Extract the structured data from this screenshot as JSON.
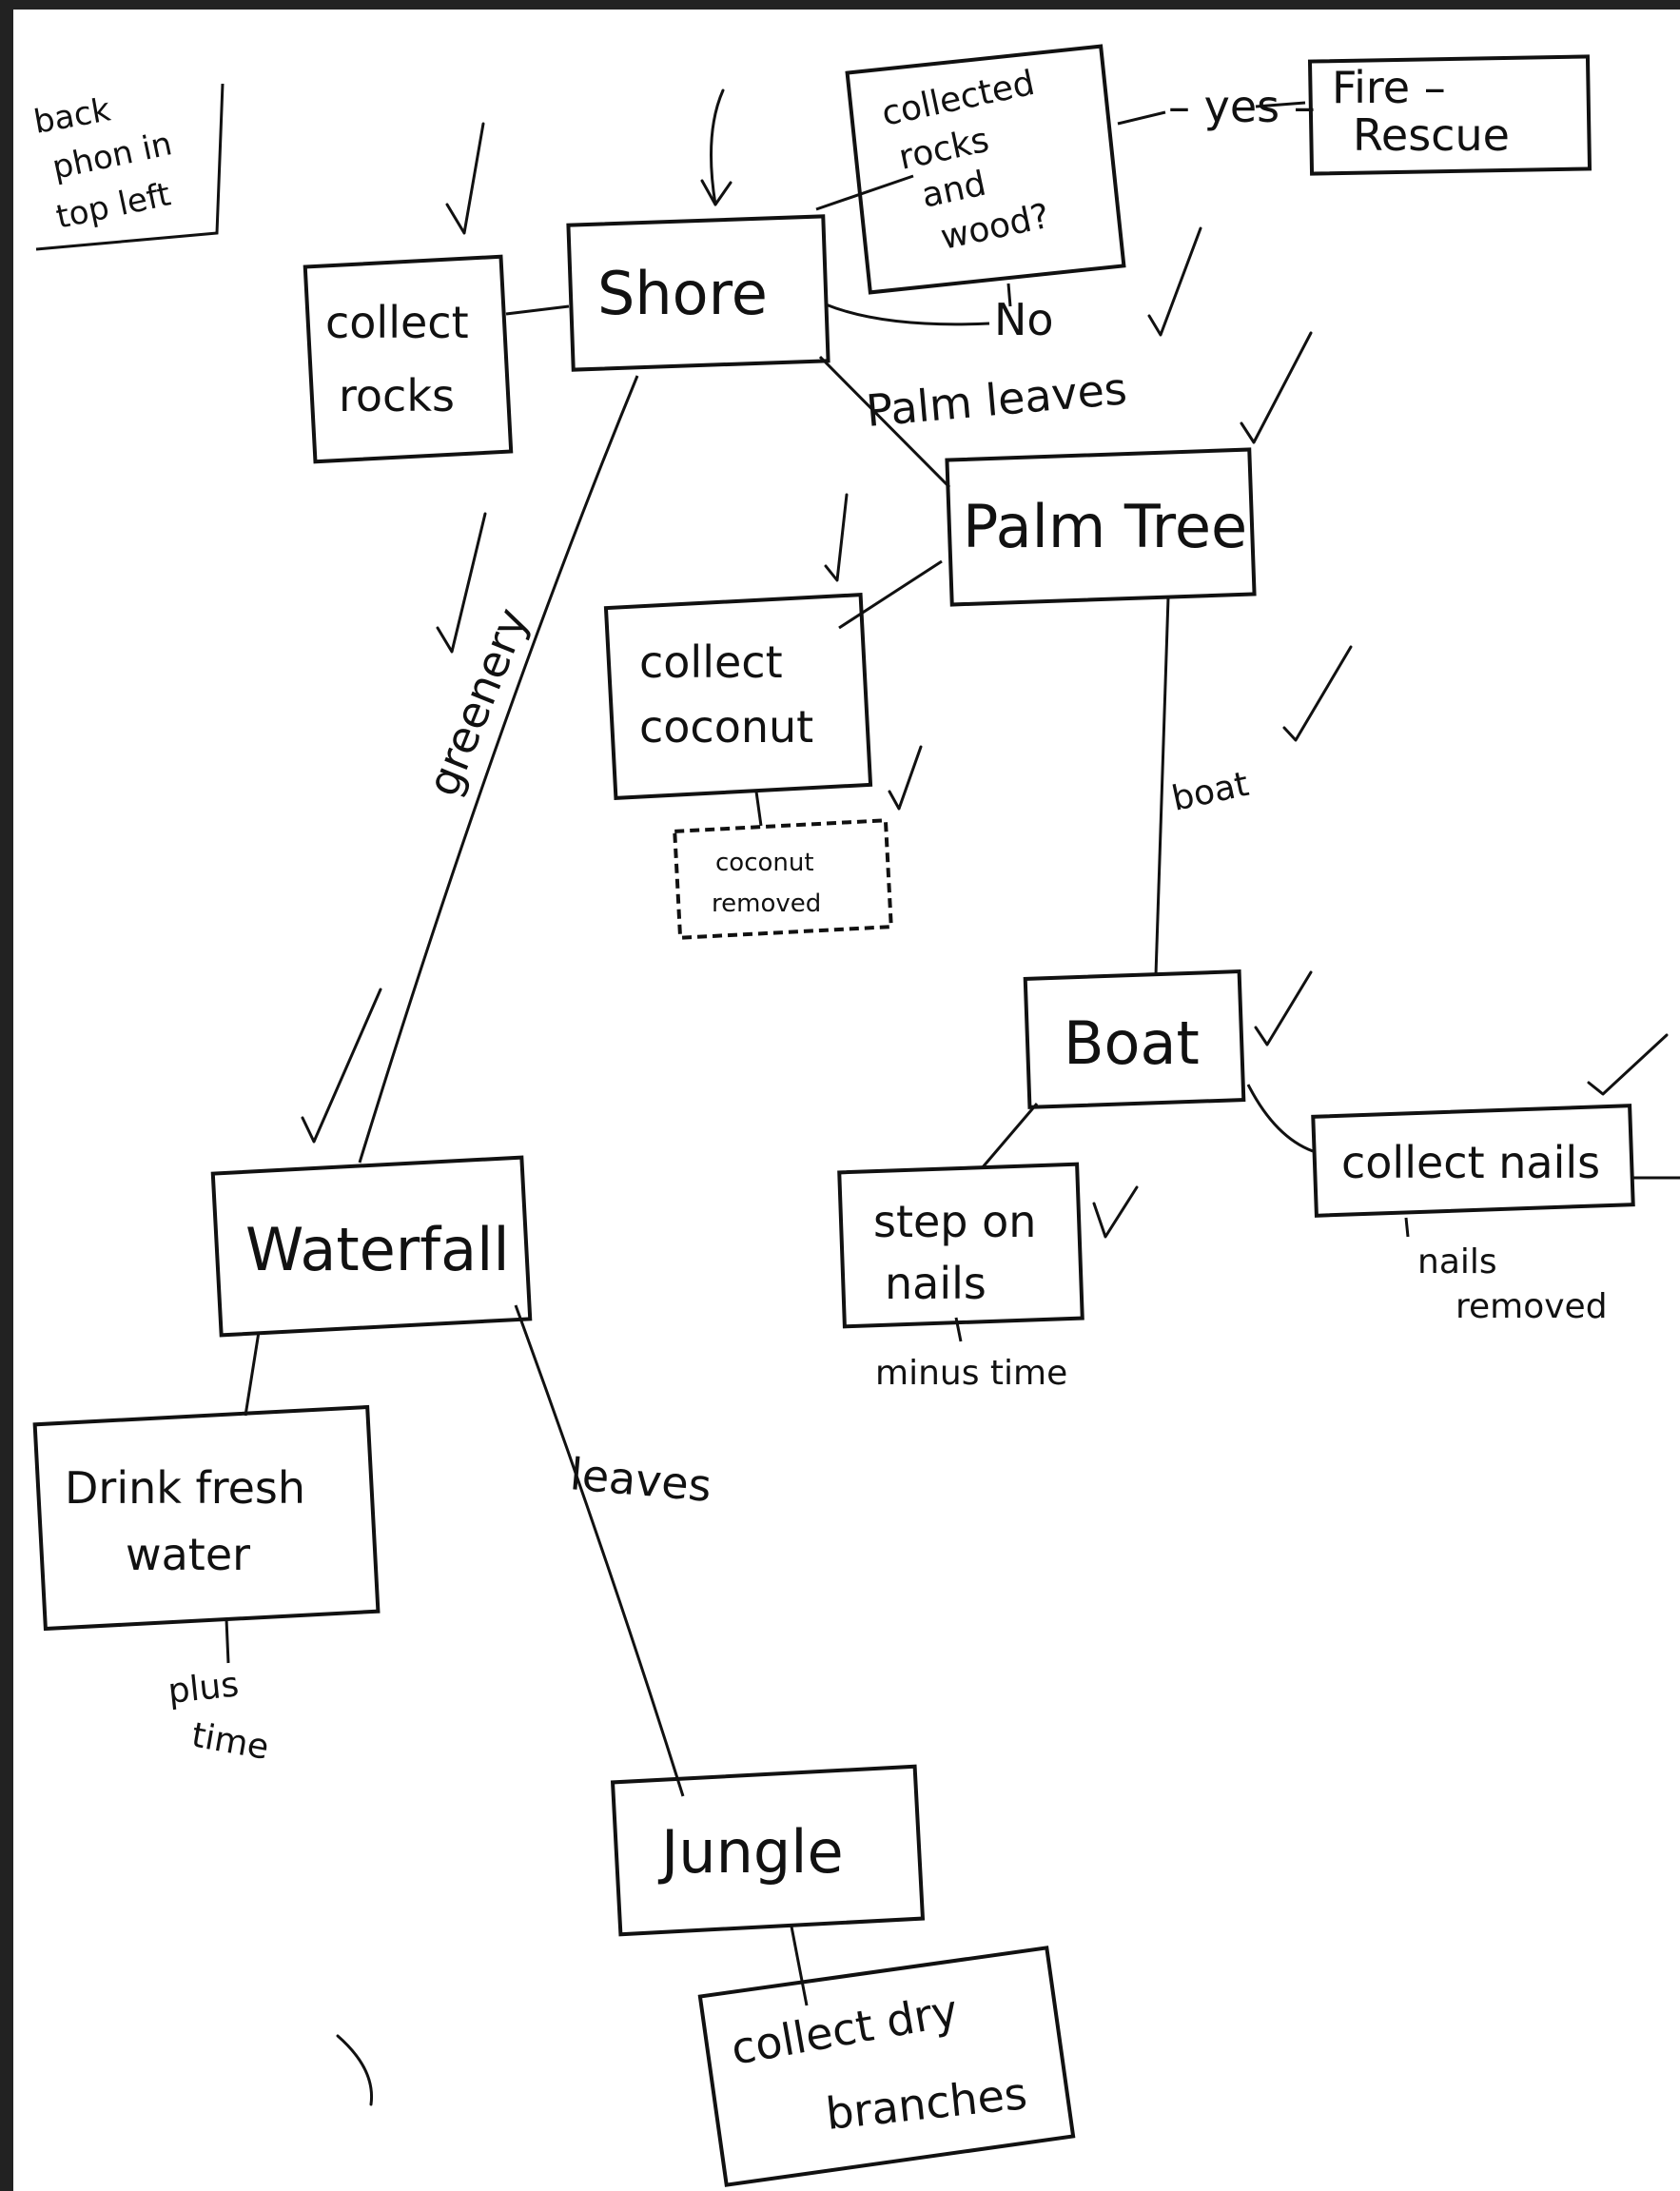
{
  "corner_note": {
    "lines": [
      "back",
      "phon in",
      "top left"
    ]
  },
  "nodes": {
    "shore": {
      "lines": [
        "Shore"
      ]
    },
    "collect_rocks": {
      "lines": [
        "collect",
        "rocks"
      ]
    },
    "collected_rocks_wood": {
      "lines": [
        "collected",
        "rocks",
        "and",
        "wood?"
      ]
    },
    "fire_rescue": {
      "lines": [
        "Fire –",
        "Rescue"
      ]
    },
    "palm_tree": {
      "lines": [
        "Palm Tree"
      ]
    },
    "collect_coconut": {
      "lines": [
        "collect",
        "coconut"
      ]
    },
    "coconut_removed": {
      "lines": [
        "coconut",
        "removed"
      ]
    },
    "boat": {
      "lines": [
        "Boat"
      ]
    },
    "step_on_nails": {
      "lines": [
        "step on",
        "nails"
      ]
    },
    "collect_nails": {
      "lines": [
        "collect nails"
      ]
    },
    "waterfall": {
      "lines": [
        "Waterfall"
      ]
    },
    "drink_fresh_water": {
      "lines": [
        "Drink fresh",
        "water"
      ]
    },
    "jungle": {
      "lines": [
        "Jungle"
      ]
    },
    "collect_dry_branches": {
      "lines": [
        "collect dry",
        "branches"
      ]
    }
  },
  "edge_labels": {
    "yes": "– yes –",
    "no": "No",
    "palm_leaves": "Palm leaves",
    "greenery": "greenery",
    "boat": "boat",
    "leaves": "leaves"
  },
  "annotations": {
    "minus_time": "minus time",
    "nails_removed": [
      "nails",
      "removed"
    ],
    "plus_time": [
      "plus",
      "time"
    ]
  }
}
